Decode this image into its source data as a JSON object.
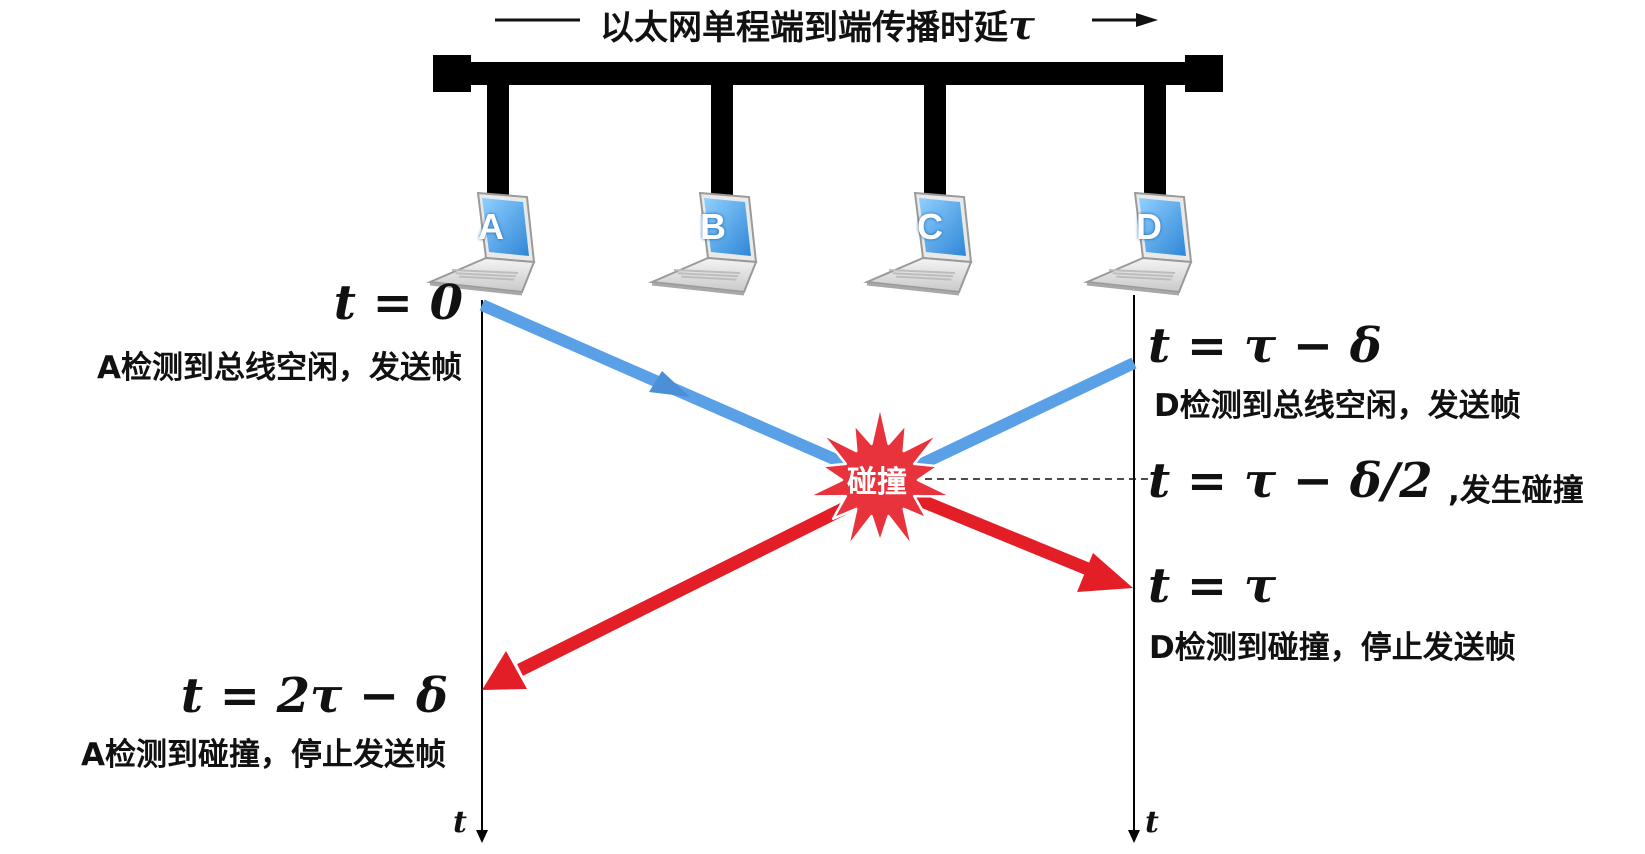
{
  "title": {
    "text": "以太网单程端到端传播时延",
    "symbol": "τ"
  },
  "stations": [
    {
      "label": "A"
    },
    {
      "label": "B"
    },
    {
      "label": "C"
    },
    {
      "label": "D"
    }
  ],
  "collision_burst": {
    "label": "碰撞"
  },
  "left_events": [
    {
      "time": "t = 0",
      "desc": "A检测到总线空闲，发送帧"
    },
    {
      "time": "t = 2τ − δ",
      "desc": "A检测到碰撞，停止发送帧"
    }
  ],
  "right_events": [
    {
      "time": "t = τ − δ",
      "desc": "D检测到总线空闲，发送帧"
    },
    {
      "time": "t = τ − δ/2",
      "desc": ",发生碰撞"
    },
    {
      "time": "t = τ",
      "desc": "D检测到碰撞，停止发送帧"
    }
  ],
  "axis_labels": {
    "left": "t",
    "right": "t"
  },
  "colors": {
    "bus": "#000000",
    "frame_a": "#5aa0e6",
    "frame_d": "#5aa0e6",
    "collision_signal": "#e41e26",
    "burst": "#e8323c",
    "laptop_screen": "#4fa3e3"
  }
}
